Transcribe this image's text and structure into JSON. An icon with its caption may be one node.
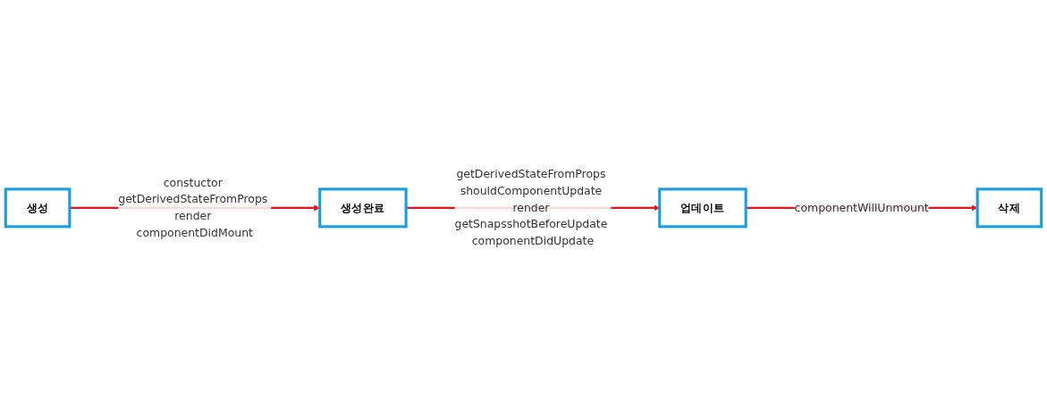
{
  "diagram": {
    "nodes": [
      {
        "text": [
          "생성"
        ]
      },
      {
        "text": [
          "생성완료"
        ]
      },
      {
        "text": [
          "업데이트"
        ]
      },
      {
        "text": [
          "삭제"
        ]
      }
    ],
    "edges": [
      {
        "from": 0,
        "to": 1,
        "arrow": "to",
        "label": "constuctor getDerivedStateFromProps render componentDidMount"
      },
      {
        "from": 1,
        "to": 2,
        "arrow": "to",
        "label": "getDerivedStateFromProps shouldComponentUpdate render getSnapsshotBeforeUpdate componentDidUpdate"
      },
      {
        "from": 2,
        "to": 3,
        "arrow": "to",
        "label": "componentWillUnmount"
      }
    ]
  }
}
